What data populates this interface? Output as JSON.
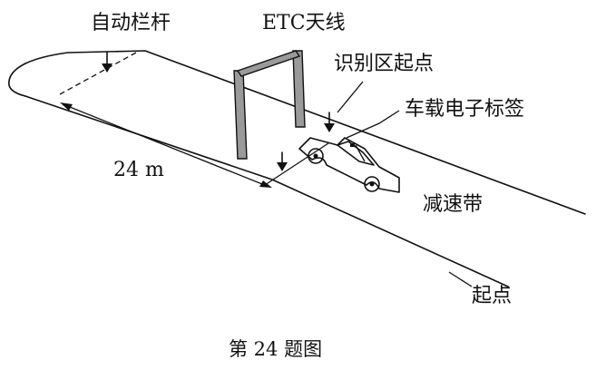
{
  "labels": {
    "auto_barrier": "自动栏杆",
    "etc_antenna": "ETC天线",
    "zone_start": "识别区起点",
    "vehicle_tag": "车载电子标签",
    "distance": "24 m",
    "speed_bump": "减速带",
    "start_point": "起点"
  },
  "caption": "第 24 题图",
  "colors": {
    "ink": "#111111",
    "pole_fill": "#9a9a9a",
    "background": "#ffffff"
  },
  "icons": {
    "car": "car-icon",
    "marker": "down-arrow-marker"
  }
}
